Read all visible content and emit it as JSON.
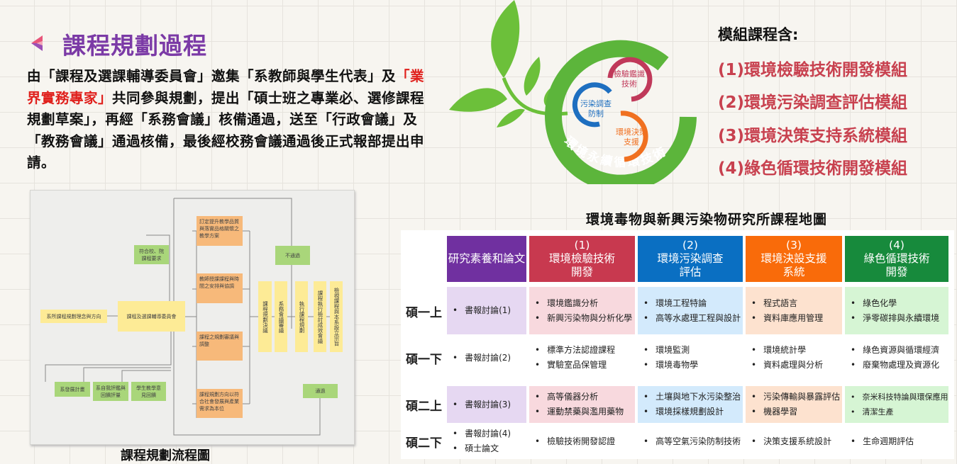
{
  "title": "課程規劃過程",
  "intro": {
    "p1": "由「課程及選課輔導委員會」邀集「系教師與學生代表」及",
    "highlight": "「業界實務專家」",
    "p2": "共同參與規劃，提出「碩士班之專業必、選修課程規劃草案」，再經「系務會議」核備通過，送至「行政會議」及「教務會議」通過核備，最後經校務會議通過後正式報部提出申請。"
  },
  "flowchart": {
    "caption": "課程規劃流程圖",
    "school_req": "符合校、院課程要求",
    "philosophy": "系所課程規劃理念與方向",
    "committee": "課程及選課輔導委員會",
    "dev_plan": "系發展計畫",
    "self_eval": "系自我評鑑與回饋評量",
    "student_feedback": "學生教學意見回饋",
    "o1": "訂定提升教學品質與落實品格關懷之教學方案",
    "o2": "教師授課課程與時間之安排與協調",
    "o3": "課程之規劃審議與調整",
    "o4": "課程規劃方向以符合社會發展與產業需求為本位",
    "fail": "不通過",
    "pass": "通過",
    "v1": "課程規劃決議",
    "v2": "系務會議審議",
    "v3": "執行課程規劃",
    "v4": "課程執行檢討成效會議",
    "v5": "檢視課程與本系設立宗旨"
  },
  "logo": {
    "ring": "環境永續循環技術",
    "c1": "檢驗鑑識",
    "c1b": "技術",
    "c2": "污染調查",
    "c2b": "防制",
    "c3": "環境決策",
    "c3b": "支援"
  },
  "modules": {
    "heading": "模組課程含:",
    "items": [
      "(1)環境檢驗技術開發模組",
      "(2)環境污染調查評估模組",
      "(3)環境決策支持系統模組",
      "(4)綠色循環技術開發模組"
    ]
  },
  "course_map": {
    "title": "環境毒物與新興污染物研究所課程地圖",
    "headers": [
      {
        "n": "",
        "l1": "研究素養和論文",
        "l2": ""
      },
      {
        "n": "(1)",
        "l1": "環境檢驗技術",
        "l2": "開發"
      },
      {
        "n": "(2)",
        "l1": "環境污染調查",
        "l2": "評估"
      },
      {
        "n": "(3)",
        "l1": "環境決設支援",
        "l2": "系統"
      },
      {
        "n": "(4)",
        "l1": "綠色循環技術",
        "l2": "開發"
      }
    ],
    "header_colors": [
      "#7030a0",
      "#c8394f",
      "#0a6fc2",
      "#f96b0a",
      "#178a3c"
    ],
    "cell_colors": [
      "#e6d8f2",
      "#f8d9de",
      "#d3eafc",
      "#fde2cf",
      "#d6f5d4"
    ],
    "rows": [
      {
        "label": "碩一上",
        "cells": [
          [
            "書報討論(1)"
          ],
          [
            "環境鑑識分析",
            "新興污染物與分析化學"
          ],
          [
            "環境工程特論",
            "高等水處理工程與設計"
          ],
          [
            "程式語言",
            "資料庫應用管理"
          ],
          [
            "綠色化學",
            "淨零碳排與永續環境"
          ]
        ]
      },
      {
        "label": "碩一下",
        "cells": [
          [
            "書報討論(2)"
          ],
          [
            "標準方法認證課程",
            "實驗室品保管理"
          ],
          [
            "環境監測",
            "環境毒物學"
          ],
          [
            "環境統計學",
            "資料處理與分析"
          ],
          [
            "綠色資源與循環經濟",
            "廢棄物處理及資源化"
          ]
        ]
      },
      {
        "label": "碩二上",
        "cells": [
          [
            "書報討論(3)"
          ],
          [
            "高等儀器分析",
            "運動禁藥與濫用藥物"
          ],
          [
            "土壤與地下水污染整治",
            "環境採樣規劃設計"
          ],
          [
            "污染傳輸與暴露評估",
            "機器學習"
          ],
          [
            "奈米科技特論與環保應用",
            "清潔生產"
          ]
        ]
      },
      {
        "label": "碩二下",
        "cells": [
          [
            "書報討論(4)",
            "碩士論文"
          ],
          [
            "檢驗技術開發認證"
          ],
          [
            "高等空氣污染防制技術"
          ],
          [
            "決策支援系統設計"
          ],
          [
            "生命週期評估"
          ]
        ]
      }
    ]
  }
}
